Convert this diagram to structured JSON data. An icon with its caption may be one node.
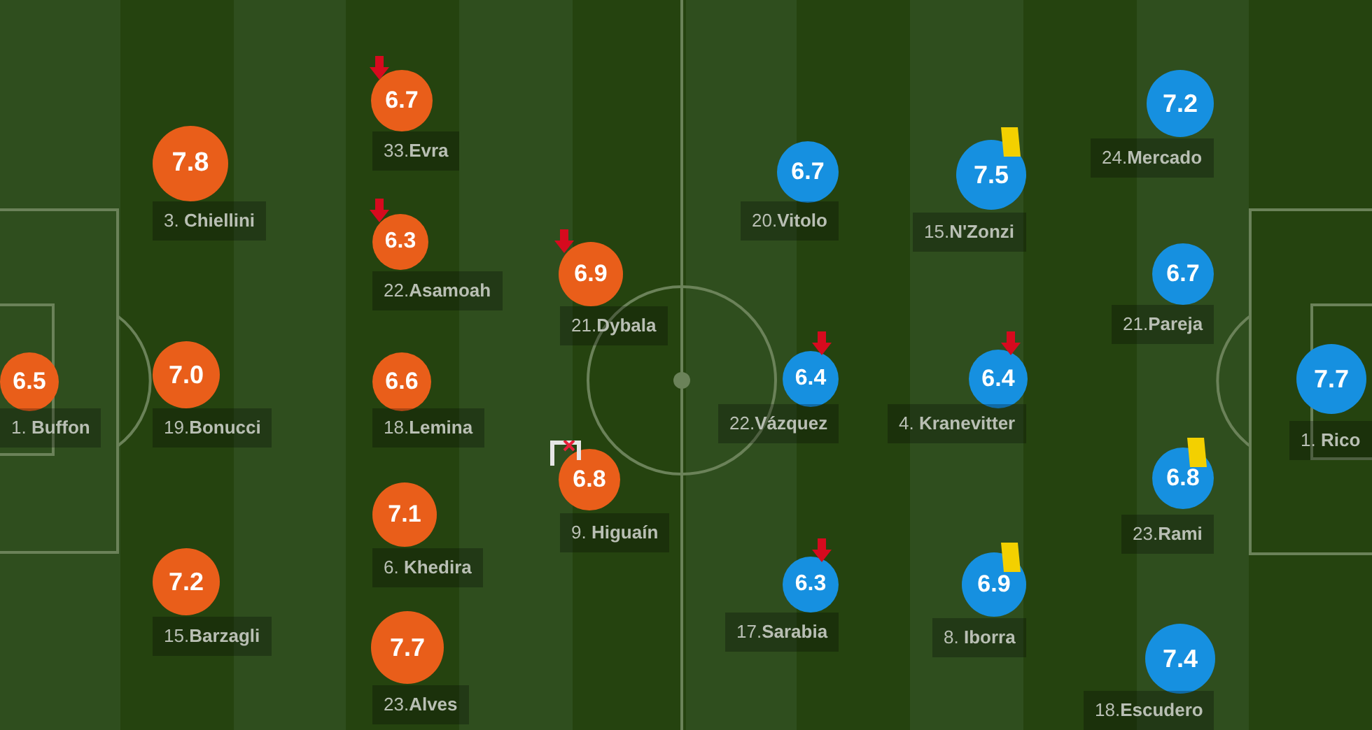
{
  "diagram": {
    "nodes": [
      {
        "text": [
          "6.5"
        ],
        "beside": [
          "1. **Buffon**"
        ]
      },
      {
        "text": [
          "7.8"
        ],
        "beside": [
          "3. **Chiellini**"
        ]
      },
      {
        "text": [
          "7.0"
        ],
        "beside": [
          "19.**Bonucci**"
        ]
      },
      {
        "text": [
          "7.2"
        ],
        "beside": [
          "15.**Barzagli**"
        ]
      },
      {
        "text": [
          "6.7"
        ],
        "beside": [
          "33.**Evra**"
        ]
      },
      {
        "text": [
          "6.3"
        ],
        "beside": [
          "22.**Asamoah**"
        ]
      },
      {
        "text": [
          "6.6"
        ],
        "beside": [
          "18.**Lemina**"
        ]
      },
      {
        "text": [
          "7.1"
        ],
        "beside": [
          "6. **Khedira**"
        ]
      },
      {
        "text": [
          "7.7"
        ],
        "beside": [
          "23.**Alves**"
        ]
      },
      {
        "text": [
          "6.9"
        ],
        "beside": [
          "21.**Dybala**"
        ]
      },
      {
        "text": [
          "6.8"
        ],
        "beside": [
          "9. **Higuaín**"
        ]
      },
      {
        "text": [
          "6.7"
        ],
        "beside": [
          "20.**Vitolo**"
        ]
      },
      {
        "text": [
          "6.4"
        ],
        "beside": [
          "22.**Vázquez**"
        ]
      },
      {
        "text": [
          "6.3"
        ],
        "beside": [
          "17.**Sarabia**"
        ]
      },
      {
        "text": [
          "7.5"
        ],
        "beside": [
          "15.**N'Zonzi**"
        ]
      },
      {
        "text": [
          "6.4"
        ],
        "beside": [
          "4. **Kranevitter**"
        ]
      },
      {
        "text": [
          "6.9"
        ],
        "beside": [
          "8. **Iborra**"
        ]
      },
      {
        "text": [
          "7.2"
        ],
        "beside": [
          "24.**Mercado**"
        ]
      },
      {
        "text": [
          "6.7"
        ],
        "beside": [
          "21.**Pareja**"
        ]
      },
      {
        "text": [
          "6.8"
        ],
        "beside": [
          "23.**Rami**"
        ]
      },
      {
        "text": [
          "7.4"
        ],
        "beside": [
          "18.**Escudero**"
        ]
      },
      {
        "text": [
          "7.7"
        ],
        "beside": [
          "1. **Rico**"
        ]
      }
    ]
  }
}
